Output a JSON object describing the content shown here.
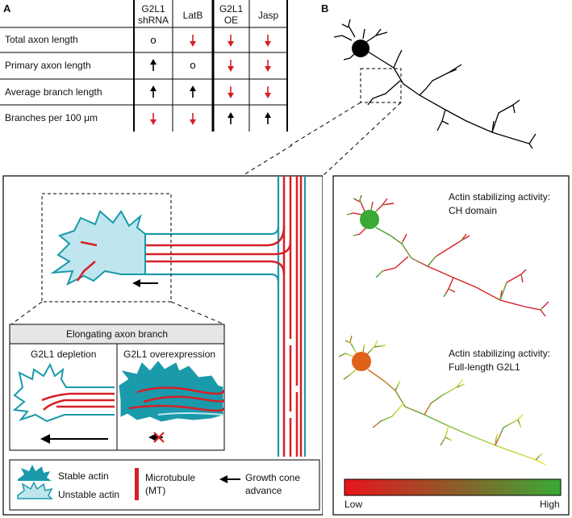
{
  "panel_labels": {
    "a": "A",
    "b": "B"
  },
  "table": {
    "columns": [
      {
        "line1": "G2L1",
        "line2": "shRNA"
      },
      {
        "line1": "LatB",
        "line2": ""
      },
      {
        "line1": "G2L1",
        "line2": "OE"
      },
      {
        "line1": "Jasp",
        "line2": ""
      }
    ],
    "rows": [
      {
        "label": "Total axon length",
        "cells": [
          "o",
          "down-red",
          "down-red",
          "down-red"
        ]
      },
      {
        "label": "Primary axon length",
        "cells": [
          "up-black",
          "o",
          "down-red",
          "down-red"
        ]
      },
      {
        "label": "Average branch length",
        "cells": [
          "up-black",
          "up-black",
          "down-red",
          "down-red"
        ]
      },
      {
        "label": "Branches per 100 μm",
        "cells": [
          "down-red",
          "down-red",
          "up-black",
          "up-black"
        ]
      }
    ],
    "circle_symbol": "o"
  },
  "inset": {
    "title": "Elongating axon branch",
    "left_label": "G2L1 depletion",
    "right_label": "G2L1 overexpression"
  },
  "legend": {
    "stable": "Stable actin",
    "unstable": "Unstable actin",
    "mt_line1": "Microtubule",
    "mt_line2": "(MT)",
    "gc_line1": "Growth cone",
    "gc_line2": "advance"
  },
  "right_panel": {
    "top_line1": "Actin stabilizing activity:",
    "top_line2": "CH domain",
    "bottom_line1": "Actin stabilizing activity:",
    "bottom_line2": "Full-length G2L1",
    "scale_low": "Low",
    "scale_high": "High"
  },
  "colors": {
    "teal": "#1a9aaa",
    "teal_light": "#bfe6ee",
    "red": "#d71f26",
    "black": "#000000",
    "green": "#3aa935",
    "orange": "#e0611a",
    "yellow": "#dde02a"
  }
}
